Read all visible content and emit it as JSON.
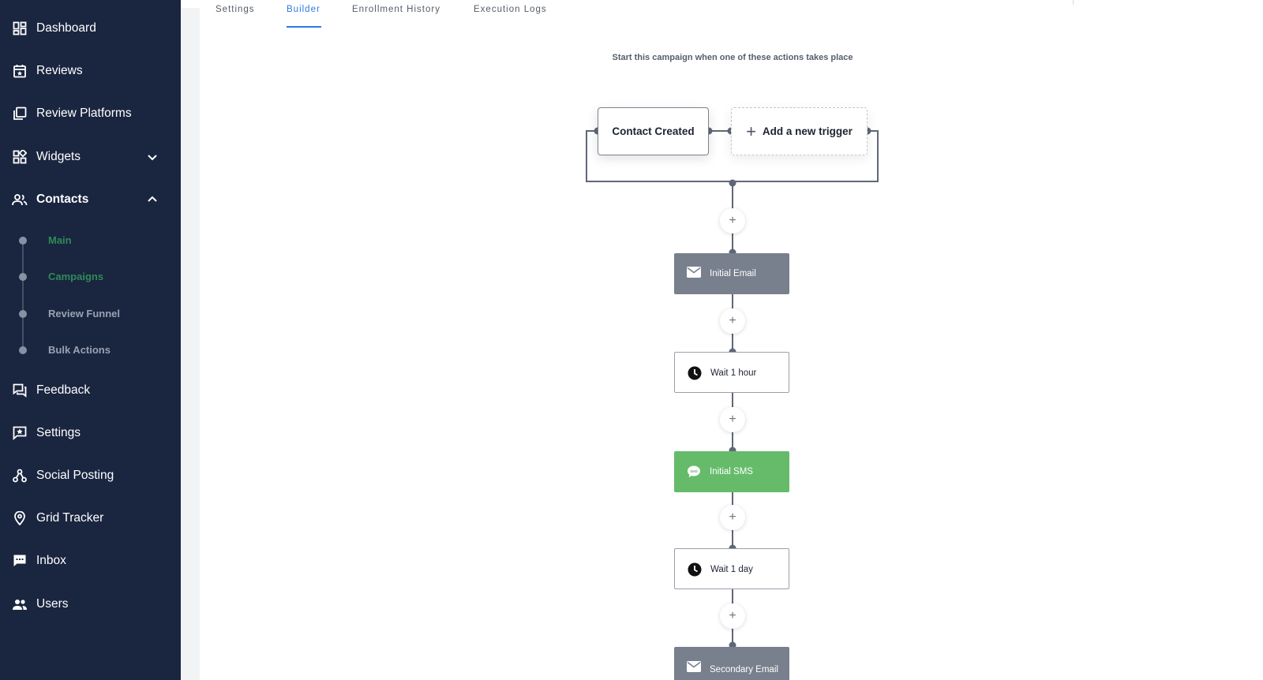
{
  "sidebar": {
    "items": [
      {
        "label": "Dashboard",
        "icon": "dashboard-icon"
      },
      {
        "label": "Reviews",
        "icon": "calendar-star-icon"
      },
      {
        "label": "Review Platforms",
        "icon": "copy-icon"
      },
      {
        "label": "Widgets",
        "icon": "widgets-icon",
        "expandable": "collapsed"
      },
      {
        "label": "Contacts",
        "icon": "people-icon",
        "expandable": "expanded",
        "active": true
      },
      {
        "label": "Feedback",
        "icon": "forum-icon"
      },
      {
        "label": "Settings",
        "icon": "star-box-icon"
      },
      {
        "label": "Social Posting",
        "icon": "share-nodes-icon"
      },
      {
        "label": "Grid Tracker",
        "icon": "location-pin-icon"
      },
      {
        "label": "Inbox",
        "icon": "chat-icon"
      },
      {
        "label": "Users",
        "icon": "people-icon"
      }
    ],
    "contacts_sub": [
      {
        "label": "Main",
        "state": "active"
      },
      {
        "label": "Campaigns",
        "state": "active"
      },
      {
        "label": "Review Funnel",
        "state": "normal"
      },
      {
        "label": "Bulk Actions",
        "state": "normal"
      }
    ]
  },
  "tabs": [
    {
      "label": "Settings",
      "active": false
    },
    {
      "label": "Builder",
      "active": true
    },
    {
      "label": "Enrollment History",
      "active": false
    },
    {
      "label": "Execution Logs",
      "active": false
    }
  ],
  "builder": {
    "caption": "Start this campaign when one of these actions takes place",
    "triggers": [
      {
        "label": "Contact Created"
      },
      {
        "label": "Add a new trigger"
      }
    ],
    "add_step_symbol": "+",
    "steps": [
      {
        "label": "Initial Email",
        "type": "email",
        "style": "gray"
      },
      {
        "label": "Wait 1 hour",
        "type": "wait",
        "style": "white"
      },
      {
        "label": "Initial SMS",
        "type": "sms",
        "style": "green"
      },
      {
        "label": "Wait 1 day",
        "type": "wait",
        "style": "white"
      },
      {
        "label": "Secondary Email",
        "type": "email",
        "style": "gray"
      }
    ]
  },
  "colors": {
    "sidebar_bg": "#1a2540",
    "accent_blue": "#2a7ae2",
    "submenu_green": "#2e8b57",
    "step_gray": "#787f8d",
    "step_green": "#66bb6a",
    "connector": "#5f6777"
  }
}
